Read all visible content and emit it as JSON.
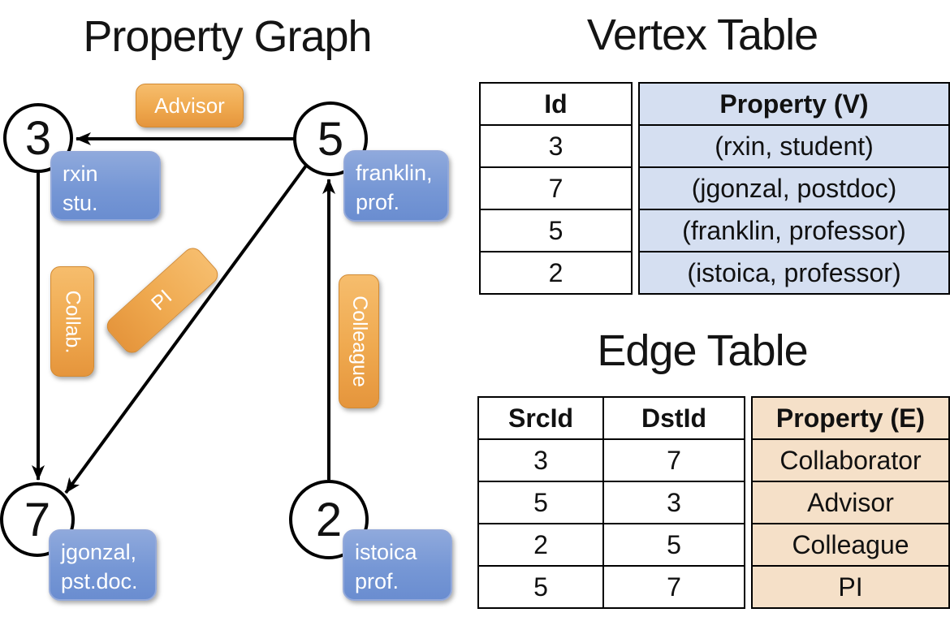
{
  "graph": {
    "title": "Property Graph",
    "nodes": {
      "n3": "3",
      "n5": "5",
      "n7": "7",
      "n2": "2"
    },
    "edge_labels": {
      "advisor": "Advisor",
      "collab": "Collab.",
      "pi": "PI",
      "colleague": "Colleague"
    },
    "vertex_labels": {
      "rxin": [
        "rxin",
        "stu."
      ],
      "franklin": [
        "franklin,",
        "prof."
      ],
      "jgonzal": [
        "jgonzal,",
        "pst.doc."
      ],
      "istoica": [
        "istoica",
        "prof."
      ]
    },
    "edges": [
      {
        "src": "5",
        "dst": "3",
        "label": "Advisor"
      },
      {
        "src": "3",
        "dst": "7",
        "label": "Collab."
      },
      {
        "src": "5",
        "dst": "7",
        "label": "PI"
      },
      {
        "src": "2",
        "dst": "5",
        "label": "Colleague"
      }
    ]
  },
  "vertex_table": {
    "title": "Vertex Table",
    "headers": {
      "id": "Id",
      "property": "Property (V)"
    },
    "rows": [
      {
        "id": "3",
        "property": "(rxin, student)"
      },
      {
        "id": "7",
        "property": "(jgonzal, postdoc)"
      },
      {
        "id": "5",
        "property": "(franklin, professor)"
      },
      {
        "id": "2",
        "property": "(istoica, professor)"
      }
    ]
  },
  "edge_table": {
    "title": "Edge Table",
    "headers": {
      "src": "SrcId",
      "dst": "DstId",
      "property": "Property (E)"
    },
    "rows": [
      {
        "src": "3",
        "dst": "7",
        "property": "Collaborator"
      },
      {
        "src": "5",
        "dst": "3",
        "property": "Advisor"
      },
      {
        "src": "2",
        "dst": "5",
        "property": "Colleague"
      },
      {
        "src": "5",
        "dst": "7",
        "property": "PI"
      }
    ]
  },
  "colors": {
    "edge_pill_orange_top": "#f6bd6d",
    "edge_pill_orange_bottom": "#e5953c",
    "vertex_pill_blue_top": "#8fa9dc",
    "vertex_pill_blue_bottom": "#6a8dd0",
    "vertex_property_column_bg": "#d5dff1",
    "edge_property_column_bg": "#f5e0c8",
    "graph_stroke": "#000000",
    "pill_text": "#ffffff"
  }
}
